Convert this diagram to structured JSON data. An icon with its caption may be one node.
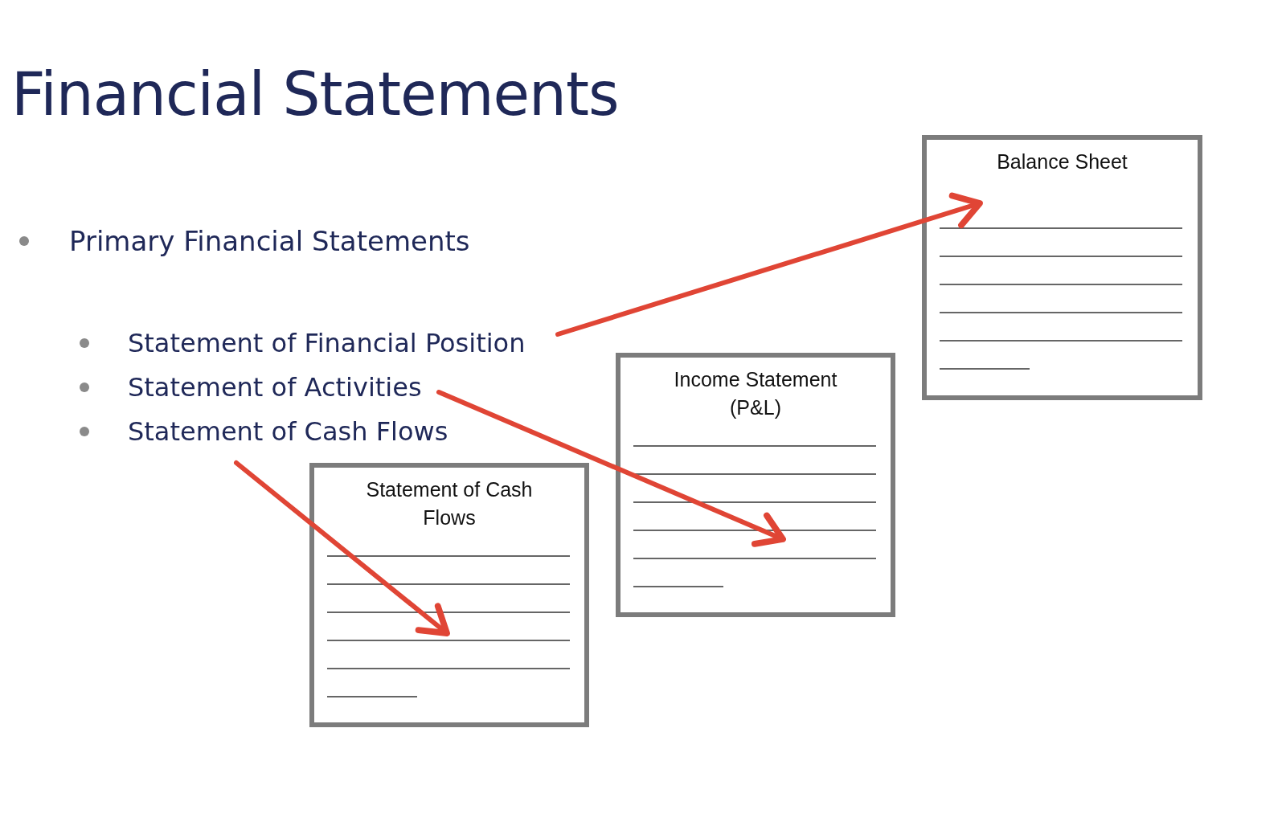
{
  "diagram": {
    "title": "Financial Statements",
    "nodes": [
      {
        "text": [
          "Statement of Financial Position"
        ]
      },
      {
        "text": [
          "Statement of Activities"
        ]
      },
      {
        "text": [
          "Statement of Cash Flows"
        ]
      },
      {
        "text": [
          "Balance Sheet"
        ]
      },
      {
        "text": [
          "Income Statement (P&L)"
        ]
      },
      {
        "text": [
          "Statement of Cash Flows"
        ]
      }
    ],
    "edges": [
      {
        "from": 0,
        "to": 3,
        "arrow": "to"
      },
      {
        "from": 1,
        "to": 4,
        "arrow": "to"
      },
      {
        "from": 2,
        "to": 5,
        "arrow": "to"
      }
    ],
    "labels": [
      "Primary Financial Statements"
    ]
  }
}
